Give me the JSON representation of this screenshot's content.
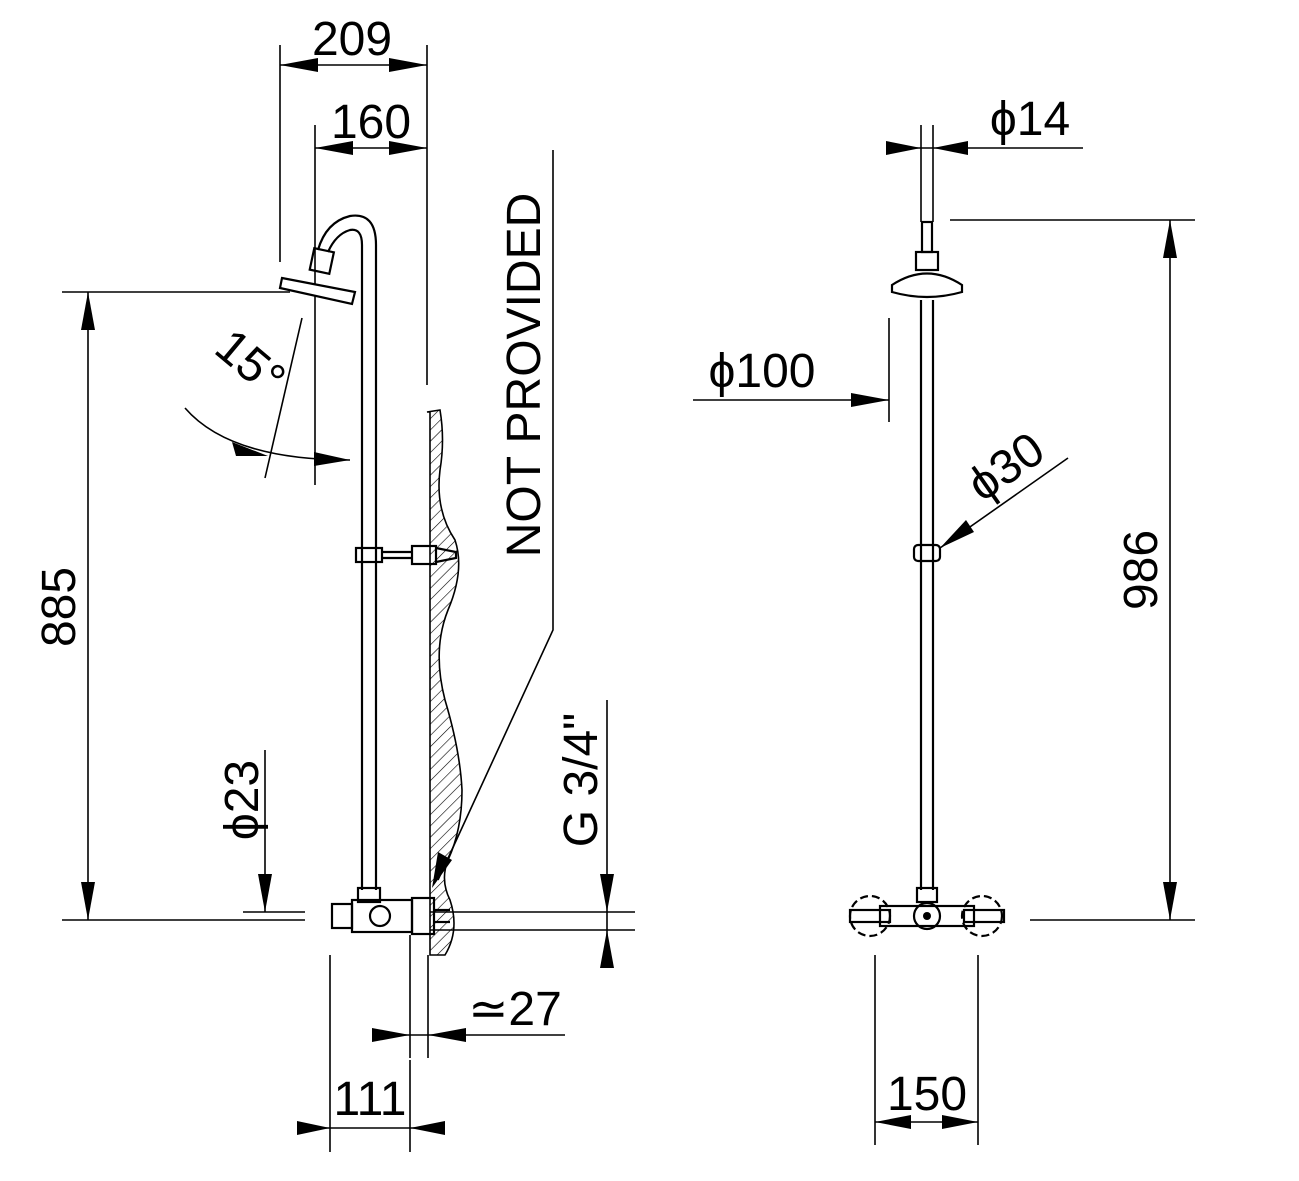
{
  "drawing": {
    "side_view": {
      "dim_total_projection": "209",
      "dim_arm_projection": "160",
      "dim_head_angle": "15°",
      "dim_head_height": "885",
      "dim_pipe_diameter": "ϕ23",
      "wall_note": "NOT PROVIDED",
      "dim_connection": "G 3/4\"",
      "dim_wall_offset": "≃27",
      "dim_mixer_depth": "111"
    },
    "front_view": {
      "dim_top_diameter": "ϕ14",
      "dim_head_diameter": "ϕ100",
      "dim_collar_diameter": "ϕ30",
      "dim_total_height": "986",
      "dim_centers": "150"
    }
  }
}
